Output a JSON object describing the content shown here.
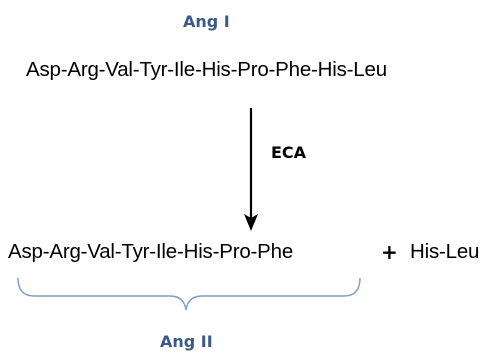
{
  "ang1": {
    "label": "Ang I",
    "sequence": "Asp-Arg-Val-Tyr-Ile-His-Pro-Phe-His-Leu"
  },
  "reaction": {
    "enzyme": "ECA"
  },
  "products": {
    "ang2_sequence": "Asp-Arg-Val-Tyr-Ile-His-Pro-Phe",
    "plus": "+",
    "dipeptide": "His-Leu"
  },
  "ang2": {
    "label": "Ang II"
  },
  "colors": {
    "label": "#3c5a87",
    "brace": "#7f9bc6",
    "arrow": "#000000"
  }
}
